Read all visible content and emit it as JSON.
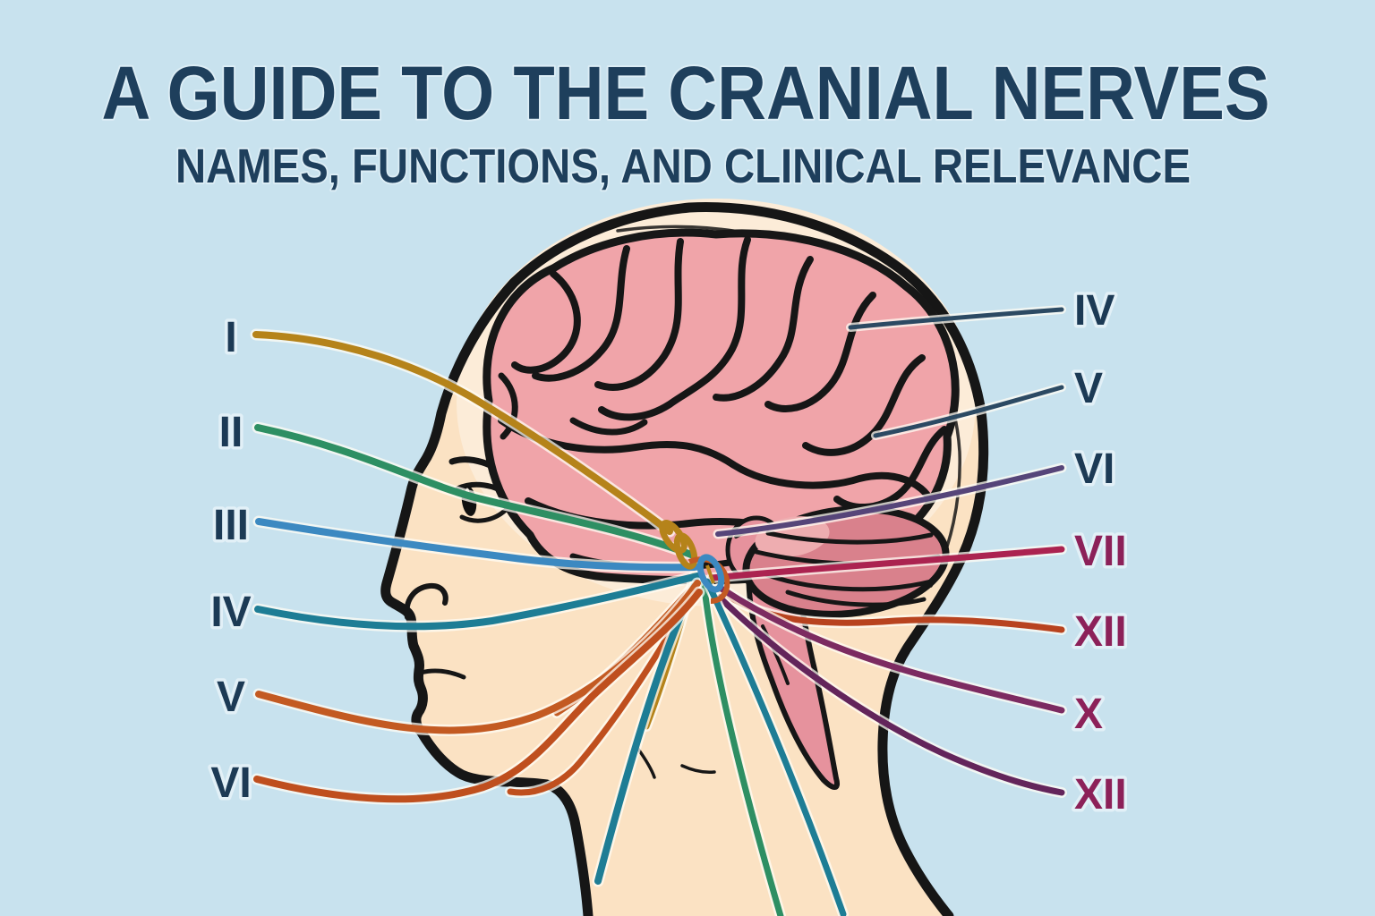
{
  "title": {
    "main": "A GUIDE TO THE CRANIAL NERVES",
    "subtitle": "NAMES, FUNCTIONS, AND CLINICAL RELEVANCE"
  },
  "colors": {
    "background": "#c8e2ee",
    "title": "#1e3f5c",
    "skin": "#fbe2c3",
    "skull_interior": "#fcecd8",
    "brain": "#f0a4a9",
    "cerebellum": "#d9818c",
    "cerebellum_light": "#eeadb0",
    "brainstem": "#e6929d",
    "navy_label": "#1c3a55",
    "magenta_label": "#8c2159"
  },
  "left_nerves": [
    {
      "numeral": "I",
      "line_color": "#b5831a",
      "label_color": "#1c3a55"
    },
    {
      "numeral": "II",
      "line_color": "#2e8f63",
      "label_color": "#1c3a55"
    },
    {
      "numeral": "III",
      "line_color": "#3c89c1",
      "label_color": "#1c3a55"
    },
    {
      "numeral": "IV",
      "line_color": "#1e7d95",
      "label_color": "#1c3a55"
    },
    {
      "numeral": "V",
      "line_color": "#c35a22",
      "label_color": "#1c3a55"
    },
    {
      "numeral": "VI",
      "line_color": "#bf4f1e",
      "label_color": "#1c3a55"
    }
  ],
  "right_nerves": [
    {
      "numeral": "IV",
      "line_color": "#2c4a63",
      "label_color": "#1c3a55"
    },
    {
      "numeral": "V",
      "line_color": "#2c4a63",
      "label_color": "#1c3a55"
    },
    {
      "numeral": "VI",
      "line_color": "#564579",
      "label_color": "#1c3a55"
    },
    {
      "numeral": "VII",
      "line_color": "#ab2350",
      "label_color": "#8c2159"
    },
    {
      "numeral": "XII",
      "line_color": "#b8431f",
      "label_color": "#8c2159"
    },
    {
      "numeral": "X",
      "line_color": "#7c2b61",
      "label_color": "#8c2159"
    },
    {
      "numeral": "XII",
      "line_color": "#63255b",
      "label_color": "#8c2159"
    }
  ]
}
